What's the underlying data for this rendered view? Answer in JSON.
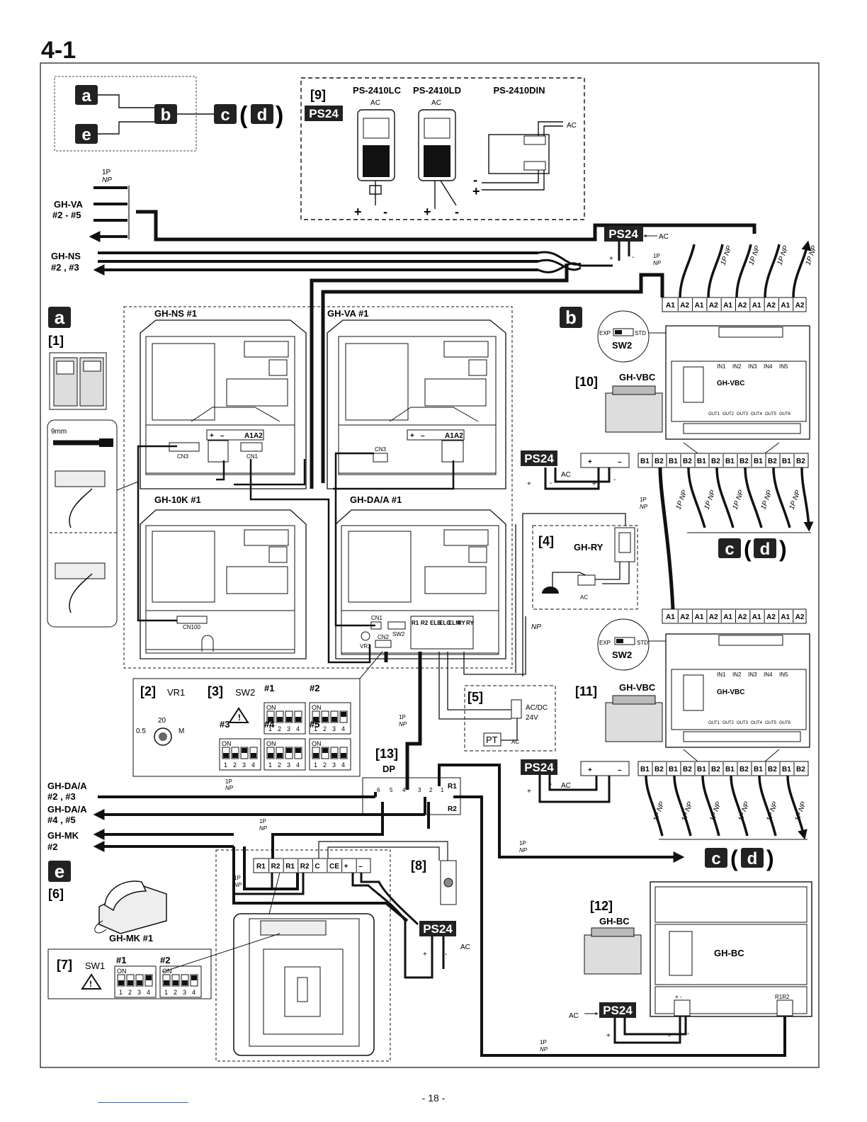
{
  "page": {
    "title": "4-1",
    "page_number": "- 18 -"
  },
  "legend": {
    "a": "a",
    "b": "b",
    "c": "c",
    "d": "d",
    "e": "e"
  },
  "power": {
    "ref": "[9]",
    "tag": "PS24",
    "models": [
      "PS-2410LC",
      "PS-2410LD",
      "PS-2410DIN"
    ],
    "ac": "AC",
    "plus": "+",
    "minus": "-"
  },
  "wires": {
    "one_p": "1P",
    "np": "NP",
    "one_p_np": "1P NP"
  },
  "left_lines": {
    "gh_va": "GH-VA",
    "gh_va_range": "#2 - #5",
    "gh_ns": "GH-NS",
    "gh_ns_range": "#2 , #3",
    "gh_da_a_1": "GH-DA/A",
    "gh_da_a_1_range": "#2 , #3",
    "gh_da_a_2": "GH-DA/A",
    "gh_da_a_2_range": "#4 , #5",
    "gh_mk": "GH-MK",
    "gh_mk_range": "#2"
  },
  "section_a": {
    "tag": "a",
    "ref": "[1]",
    "strip_length": "9mm",
    "units": {
      "ns1": "GH-NS #1",
      "va1": "GH-VA #1",
      "k10": "GH-10K #1",
      "da1": "GH-DA/A #1"
    },
    "connectors": {
      "cn3": "CN3",
      "cn1": "CN1",
      "cn100": "CN100",
      "cn2": "CN2",
      "vr1": "VR1",
      "sw2": "SW2"
    },
    "terminals_ns": [
      "+",
      "–",
      "A1",
      "A2"
    ],
    "terminals_da": [
      "R1",
      "R2",
      "ELB",
      "ELC",
      "ELM",
      "RY",
      "RY"
    ]
  },
  "settings": {
    "vr1_ref": "[2]",
    "vr1_label": "VR1",
    "vr1_value": "20",
    "vr1_min": "0.5",
    "vr1_max": "M",
    "sw2_ref": "[3]",
    "sw2_label": "SW2",
    "on": "ON",
    "numbers": [
      "1",
      "2",
      "3",
      "4"
    ],
    "units": [
      "#1",
      "#2",
      "#3",
      "#4",
      "#5"
    ]
  },
  "relay": {
    "ref": "[4]",
    "label": "GH-RY",
    "ac": "AC"
  },
  "lock": {
    "ref": "[5]",
    "label": "AC/DC\n24V",
    "ac_dc": "AC/DC",
    "voltage": "24V",
    "pt": "PT",
    "ac": "AC"
  },
  "section_b": {
    "tag": "b",
    "vbc10_ref": "[10]",
    "vbc11_ref": "[11]",
    "vbc": "GH-VBC",
    "sw2": "SW2",
    "exp": "EXP",
    "std": "STD",
    "inputs": [
      "IN1",
      "IN2",
      "IN3",
      "IN4",
      "IN5"
    ],
    "outputs": [
      "OUT1",
      "OUT2",
      "OUT3",
      "OUT4",
      "OUT5",
      "OUT6"
    ],
    "a_terms": [
      "A1",
      "A2",
      "A1",
      "A2",
      "A1",
      "A2",
      "A1",
      "A2",
      "A1",
      "A2"
    ],
    "b_terms": [
      "B1",
      "B2",
      "B1",
      "B2",
      "B1",
      "B2",
      "B1",
      "B2",
      "B1",
      "B2",
      "B1",
      "B2"
    ]
  },
  "dp": {
    "ref": "[13]",
    "label": "DP",
    "numbers": [
      "6",
      "5",
      "4",
      "3",
      "2",
      "1"
    ],
    "r1": "R1",
    "r2": "R2"
  },
  "section_e": {
    "tag": "e",
    "ref": "[6]",
    "label": "GH-MK #1",
    "sw_ref": "[7]",
    "sw_label": "SW1",
    "sw_units": [
      "#1",
      "#2"
    ],
    "terms": [
      "R1",
      "R2",
      "R1",
      "R2",
      "C",
      "CE",
      "+",
      "–"
    ]
  },
  "chime": {
    "ref": "[8]"
  },
  "bc": {
    "ref": "[12]",
    "label": "GH-BC",
    "term_pm": "+ -",
    "term_r": "R1R2"
  }
}
